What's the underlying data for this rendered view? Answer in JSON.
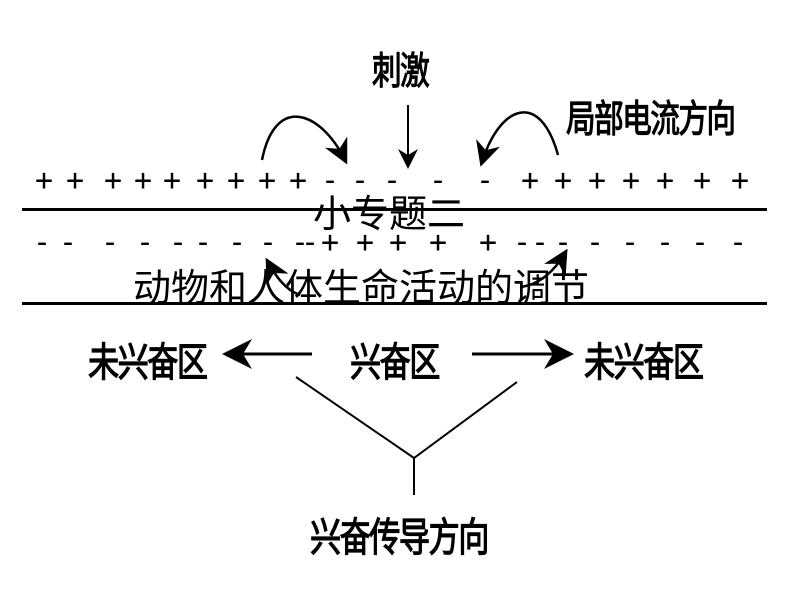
{
  "slide": {
    "title": "小专题二",
    "subtitle": "动物和人体生命活动的调节"
  },
  "diagram": {
    "stimulus_label": "刺激",
    "local_current_label": "局部电流方向",
    "left_unexcited_label": "未兴奋区",
    "excited_label": "兴奋区",
    "right_unexcited_label": "未兴奋区",
    "conduction_direction_label": "兴奋传导方向",
    "outer_charges": [
      "+",
      "+",
      "+",
      "+",
      "+",
      "+",
      "+",
      "+",
      "+",
      "-",
      "-",
      "-",
      "-",
      "-",
      "+",
      "+",
      "+",
      "+",
      "+",
      "+",
      "+"
    ],
    "inner_charges": [
      "-",
      "-",
      "-",
      "-",
      "-",
      "-",
      "-",
      "-",
      "-",
      "-",
      "+",
      "+",
      "+",
      "+",
      "+",
      "-",
      "-",
      "-",
      "-",
      "-",
      "-",
      "-",
      "-"
    ]
  }
}
